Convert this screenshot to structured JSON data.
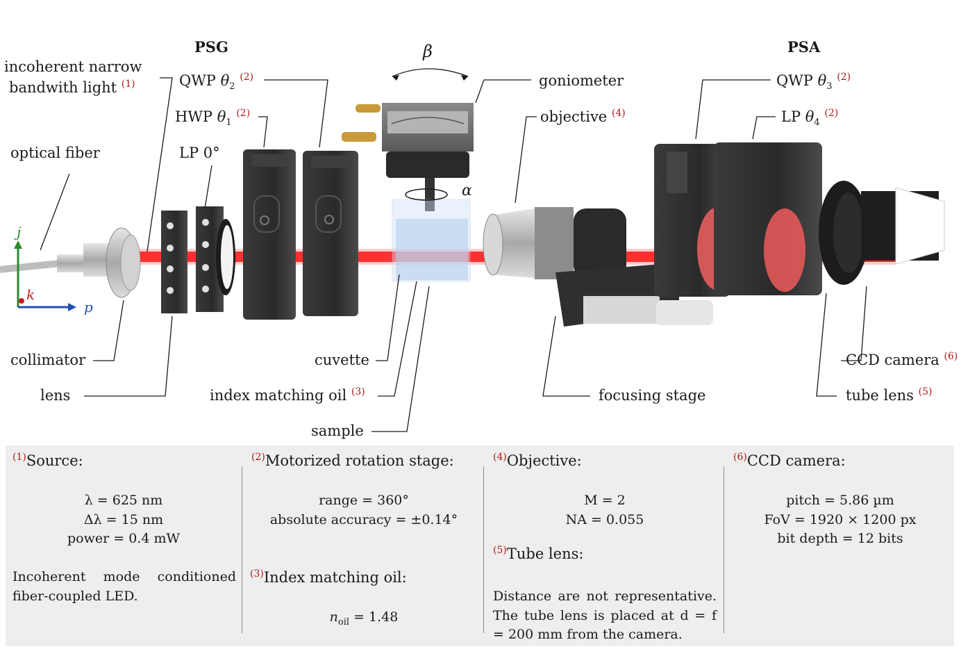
{
  "headers": {
    "psg": "PSG",
    "psa": "PSA"
  },
  "labels": {
    "incoherent_light": {
      "line1": "incoherent narrow",
      "line2": "bandwith light",
      "ref": "(1)"
    },
    "optical_fiber": "optical fiber",
    "qwp2": {
      "text": "QWP",
      "sym": "θ",
      "sub": "2",
      "ref": "(2)"
    },
    "hwp1": {
      "text": "HWP",
      "sym": "θ",
      "sub": "1",
      "ref": "(2)"
    },
    "lp0": "LP 0°",
    "beta": "β",
    "alpha": "α",
    "goniometer": "goniometer",
    "objective": {
      "text": "objective",
      "ref": "(4)"
    },
    "qwp3": {
      "text": "QWP",
      "sym": "θ",
      "sub": "3",
      "ref": "(2)"
    },
    "lp4": {
      "text": "LP",
      "sym": "θ",
      "sub": "4",
      "ref": "(2)"
    },
    "collimator": "collimator",
    "lens": "lens",
    "cuvette": "cuvette",
    "index_oil": {
      "text": "index matching oil",
      "ref": "(3)"
    },
    "sample": "sample",
    "focusing_stage": "focusing stage",
    "ccd_camera": {
      "text": "CCD camera",
      "ref": "(6)"
    },
    "tube_lens": {
      "text": "tube lens",
      "ref": "(5)"
    },
    "axes": {
      "j": "j",
      "k": "k",
      "p": "p"
    }
  },
  "panel": {
    "source": {
      "ref": "(1)",
      "title": "Source:",
      "lines": [
        "λ = 625 nm",
        "Δλ = 15 nm",
        "power = 0.4 mW"
      ],
      "note": "Incoherent mode conditioned fiber-coupled LED."
    },
    "rotation_stage": {
      "ref": "(2)",
      "title": "Motorized rotation stage:",
      "lines": [
        "range = 360°",
        "absolute accuracy = ±0.14°"
      ]
    },
    "index_oil": {
      "ref": "(3)",
      "title": "Index matching oil:",
      "value": "n",
      "value_sub": "oil",
      "value_rest": " = 1.48"
    },
    "objective": {
      "ref": "(4)",
      "title": "Objective:",
      "lines": [
        "M = 2",
        "NA = 0.055"
      ]
    },
    "tube_lens": {
      "ref": "(5)",
      "title": "Tube lens:",
      "note": "Distance are not representative. The tube lens is placed at d = f = 200 mm from the camera."
    },
    "ccd": {
      "ref": "(6)",
      "title": "CCD camera:",
      "lines": [
        "pitch = 5.86 µm",
        "FoV = 1920 × 1200 px",
        "bit depth = 12 bits"
      ]
    }
  },
  "colors": {
    "beam": "#ff1a1a",
    "device": "#2e2e2e",
    "accent_ref": "#b01818",
    "panel_bg": "#eeeeee",
    "axis_j": "#2a8a2a",
    "axis_k": "#c42020",
    "axis_p": "#1f4fb3"
  }
}
